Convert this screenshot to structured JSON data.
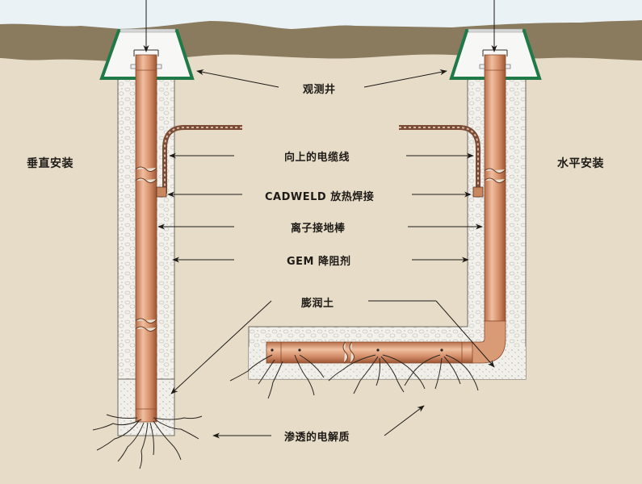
{
  "diagram": {
    "title": "电解离子接地棒安装示意图",
    "colors": {
      "sky": "#eaf2f5",
      "topsoil": "#8a7a5e",
      "ground": "#e6dcc8",
      "backfill": "#f2f0ea",
      "well_border": "#1f7a48",
      "copper": "#d99a76",
      "copper_dark": "#a8623f",
      "text": "#1e1a16"
    },
    "sections": {
      "left": "垂直安装",
      "right": "水平安装"
    },
    "labels": {
      "inspection_well": "观测井",
      "lead_cable": "向上的电缆线",
      "cadweld": "CADWELD 放热焊接",
      "ion_rod": "离子接地棒",
      "gem": "GEM 降阻剂",
      "bentonite": "膨润土",
      "electrolyte": "渗透的电解质"
    }
  }
}
